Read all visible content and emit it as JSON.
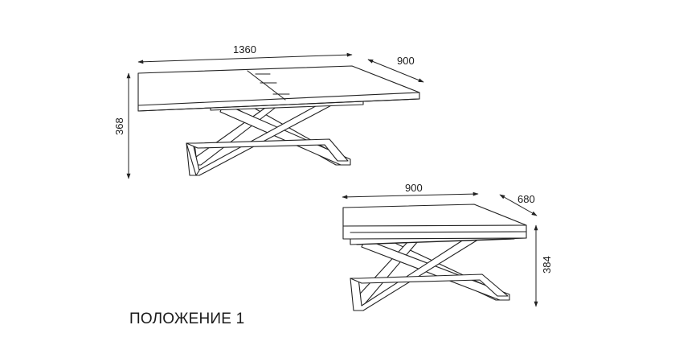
{
  "caption": "ПОЛОЖЕНИЕ 1",
  "large_table": {
    "length": "1360",
    "depth": "900",
    "height": "368"
  },
  "small_table": {
    "length": "900",
    "depth": "680",
    "height": "384"
  }
}
